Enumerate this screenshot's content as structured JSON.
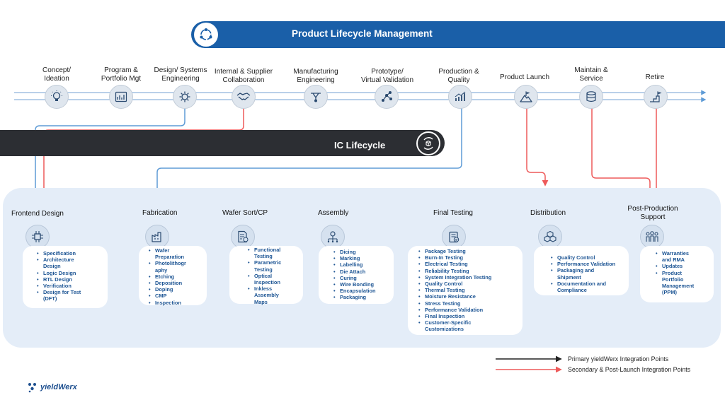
{
  "header": {
    "title": "Product Lifecycle Management"
  },
  "plm_stages": [
    {
      "label": "Concept/\nIdeation",
      "icon": "lightbulb-icon"
    },
    {
      "label": "Program &\nPortfolio Mgt",
      "icon": "dashboard-icon"
    },
    {
      "label": "Design/ Systems\nEngineering",
      "icon": "gear-chip-icon"
    },
    {
      "label": "Internal & Supplier\nCollaboration",
      "icon": "handshake-icon"
    },
    {
      "label": "Manufacturing\nEngineering",
      "icon": "robot-arm-icon"
    },
    {
      "label": "Prototype/\nVirtual Validation",
      "icon": "network-icon"
    },
    {
      "label": "Production &\nQuality",
      "icon": "growth-chart-icon"
    },
    {
      "label": "Product Launch",
      "icon": "mountain-flag-icon"
    },
    {
      "label": "Maintain &\nService",
      "icon": "database-icon"
    },
    {
      "label": "Retire",
      "icon": "steps-flag-icon"
    }
  ],
  "ic": {
    "title": "IC Lifecycle",
    "icon": "cycle-box-icon"
  },
  "ic_stages": [
    {
      "label": "Frontend Design",
      "icon": "chip-icon",
      "items": [
        "Specification",
        "Architecture\nDesign",
        "Logic Design",
        "RTL Design",
        "Verification",
        "Design for Test\n(DFT)"
      ]
    },
    {
      "label": "Fabrication",
      "icon": "factory-icon",
      "items": [
        "Wafer\nPreparation",
        "Photolithogr\naphy",
        "Etching",
        "Deposition",
        "Doping",
        "CMP",
        "Inspection"
      ]
    },
    {
      "label": "Wafer Sort/CP",
      "icon": "document-check-icon",
      "items": [
        "Functional\nTesting",
        "Parametric\nTesting",
        "Optical\nInspection",
        "Inkless\nAssembly\nMaps"
      ]
    },
    {
      "label": "Assembly",
      "icon": "gear-tree-icon",
      "items": [
        "Dicing",
        "Marking",
        "Labelling",
        "Die Attach",
        "Curing",
        "Wire Bonding",
        "Encapsulation",
        "Packaging"
      ]
    },
    {
      "label": "Final Testing",
      "icon": "clipboard-check-icon",
      "items": [
        "Package Testing",
        "Burn-In Testing",
        "Electrical Testing",
        "Reliability Testing",
        "System Integration Testing",
        "Quality Control",
        "Thermal Testing",
        "Moisture Resistance",
        "Stress Testing",
        "Performance Validation",
        "Final Inspection",
        "Customer-Specific\nCustomizations"
      ]
    },
    {
      "label": "Distribution",
      "icon": "boxes-icon",
      "items": [
        "Quality Control",
        "Performance Validation",
        "Packaging and\nShipment",
        "Documentation and\nCompliance"
      ]
    },
    {
      "label": "Post-Production\nSupport",
      "icon": "people-icon",
      "items": [
        "Warranties\nand RMA",
        "Updates",
        "Product\nPortfolio\nManagement\n(PPM)"
      ]
    }
  ],
  "legend": {
    "primary": "Primary yieldWerx Integration Points",
    "secondary": "Secondary & Post-Launch Integration Points"
  },
  "colors": {
    "blue": "#1a5fa8",
    "light_blue": "#5e9bd6",
    "red": "#ee5a5a",
    "dark": "#2c2e33",
    "panel": "#e4edf8"
  },
  "logo": {
    "text": "yieldWerx",
    "icon": "yieldwerx-logo-icon"
  }
}
